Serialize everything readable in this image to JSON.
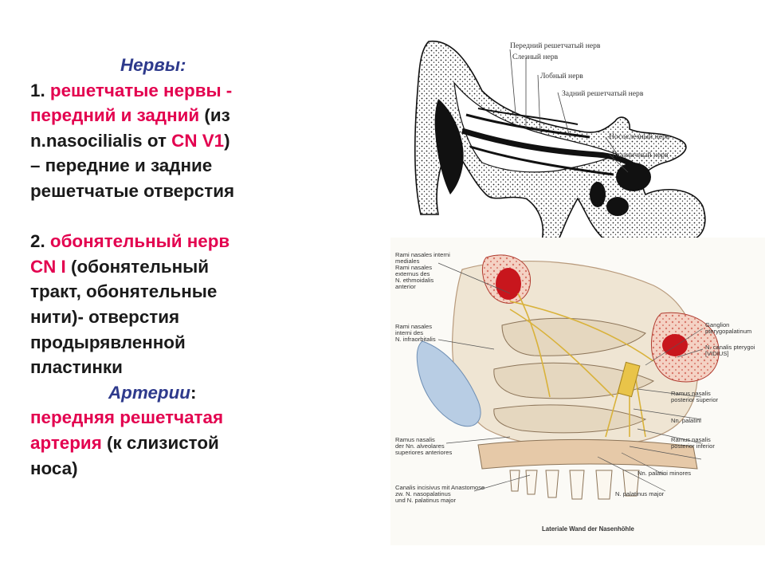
{
  "text": {
    "nerves_heading": "Нервы:",
    "item1": {
      "num": "1.",
      "l1_red": "решетчатые нервы -",
      "l2_red": "передний и задний",
      "l2_rest": " (из",
      "l3_a": "n.nasocilialis от ",
      "l3_red": "CN V1",
      "l3_b": ")",
      "l4": "– передние и задние",
      "l5": "решетчатые отверстия"
    },
    "item2": {
      "num": "2.",
      "l1_red": "обонятельный нерв",
      "l2_red": "CN I",
      "l2_rest": " (обонятельный",
      "l3": "тракт, обонятельные",
      "l4": "нити)- отверстия",
      "l5": "продырявленной",
      "l6": "пластинки"
    },
    "arteries_heading": "Артерии",
    "arteries_colon": ":",
    "artery": {
      "l1_red": "передняя решетчатая",
      "l2_red": "артерия",
      "l2_rest": " (к слизистой",
      "l3": "носа)"
    }
  },
  "figure_top": {
    "labels": [
      "Передний решетчатый нерв",
      "Слезный нерв",
      "Лобный нерв",
      "Задний решетчатый нерв",
      "Носослезный нерв",
      "Глазничный нерв"
    ]
  },
  "figure_bottom": {
    "left_labels": [
      {
        "lines": [
          "Rami nasales interni",
          "mediales",
          "Rami nasales",
          "externus des",
          "N. ethmoidalis",
          "anterior"
        ]
      },
      {
        "lines": [
          "Rami nasales",
          "interni des",
          "N. infraorbitalis"
        ]
      },
      {
        "lines": [
          "Ramus nasalis",
          "der Nn. alveolares",
          "superiores anteriores"
        ]
      },
      {
        "lines": [
          "Canalis incisivus mit Anastomose",
          "zw. N. nasopalatinus",
          "und N. palatinus major"
        ]
      }
    ],
    "right_labels": [
      {
        "lines": [
          "Ganglion",
          "pterygopalatinum"
        ]
      },
      {
        "lines": [
          "N. canalis pterygoi",
          "[VIDIUS]"
        ]
      },
      {
        "lines": [
          "Ramus nasalis",
          "posterior superior"
        ]
      },
      {
        "lines": [
          "Nn. palatini"
        ]
      },
      {
        "lines": [
          "Ramus nasalis",
          "posterior inferior"
        ]
      },
      {
        "lines": [
          "Nn. palatini minores"
        ]
      },
      {
        "lines": [
          "N. palatinus major"
        ]
      }
    ],
    "caption": "Lateriale Wand der Nasenhöhle"
  },
  "colors": {
    "accent_red": "#e3004f",
    "heading_blue": "#2e3a8c",
    "text": "#1a1a1a"
  }
}
